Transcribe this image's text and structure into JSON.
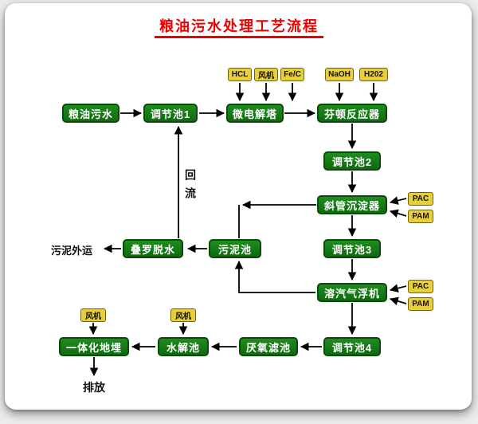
{
  "title": "粮油污水处理工艺流程",
  "colors": {
    "node_green": "#177c17",
    "node_border": "#0a4a0a",
    "dosing_yellow": "#e6ce3e",
    "dosing_border": "#756300",
    "title_red": "#ee0000",
    "arrow": "#000000"
  },
  "nodes": {
    "source": "粮油污水",
    "tank1": "调节池1",
    "micro_tower": "微电解塔",
    "fenton": "芬顿反应器",
    "tank2": "调节池2",
    "sedimentation": "斜管沉淀器",
    "tank3": "调节池3",
    "flotation": "溶汽气浮机",
    "tank4": "调节池4",
    "anaerobic_filter": "厌氧滤池",
    "hydrolysis": "水解池",
    "integrated_buried": "一体化地埋",
    "sludge_tank": "污泥池",
    "dewatering": "叠罗脱水"
  },
  "dosing": {
    "hcl": "HCL",
    "fan": "风机",
    "fec": "Fe/C",
    "naoh": "NaOH",
    "h2o2": "H202",
    "pac": "PAC",
    "pam": "PAM"
  },
  "labels": {
    "sludge_out": "污泥外运",
    "discharge": "排放",
    "reflux": "回流"
  },
  "edges": [
    [
      "source",
      "tank1"
    ],
    [
      "tank1",
      "micro_tower"
    ],
    [
      "micro_tower",
      "fenton"
    ],
    [
      "hcl",
      "micro_tower"
    ],
    [
      "fan",
      "micro_tower"
    ],
    [
      "fec",
      "micro_tower"
    ],
    [
      "naoh",
      "fenton"
    ],
    [
      "h2o2",
      "fenton"
    ],
    [
      "fenton",
      "tank2"
    ],
    [
      "tank2",
      "sedimentation"
    ],
    [
      "pac",
      "sedimentation"
    ],
    [
      "pam",
      "sedimentation"
    ],
    [
      "sedimentation",
      "tank3"
    ],
    [
      "tank3",
      "flotation"
    ],
    [
      "pac",
      "flotation"
    ],
    [
      "pam",
      "flotation"
    ],
    [
      "flotation",
      "tank4"
    ],
    [
      "sedimentation",
      "sludge_tank"
    ],
    [
      "flotation",
      "sludge_tank"
    ],
    [
      "sludge_tank",
      "dewatering"
    ],
    [
      "dewatering",
      "sludge_out"
    ],
    [
      "dewatering",
      "tank1 (回流)"
    ],
    [
      "tank4",
      "anaerobic_filter"
    ],
    [
      "anaerobic_filter",
      "hydrolysis"
    ],
    [
      "hydrolysis",
      "integrated_buried"
    ],
    [
      "fan",
      "hydrolysis"
    ],
    [
      "fan",
      "integrated_buried"
    ],
    [
      "integrated_buried",
      "discharge"
    ]
  ]
}
